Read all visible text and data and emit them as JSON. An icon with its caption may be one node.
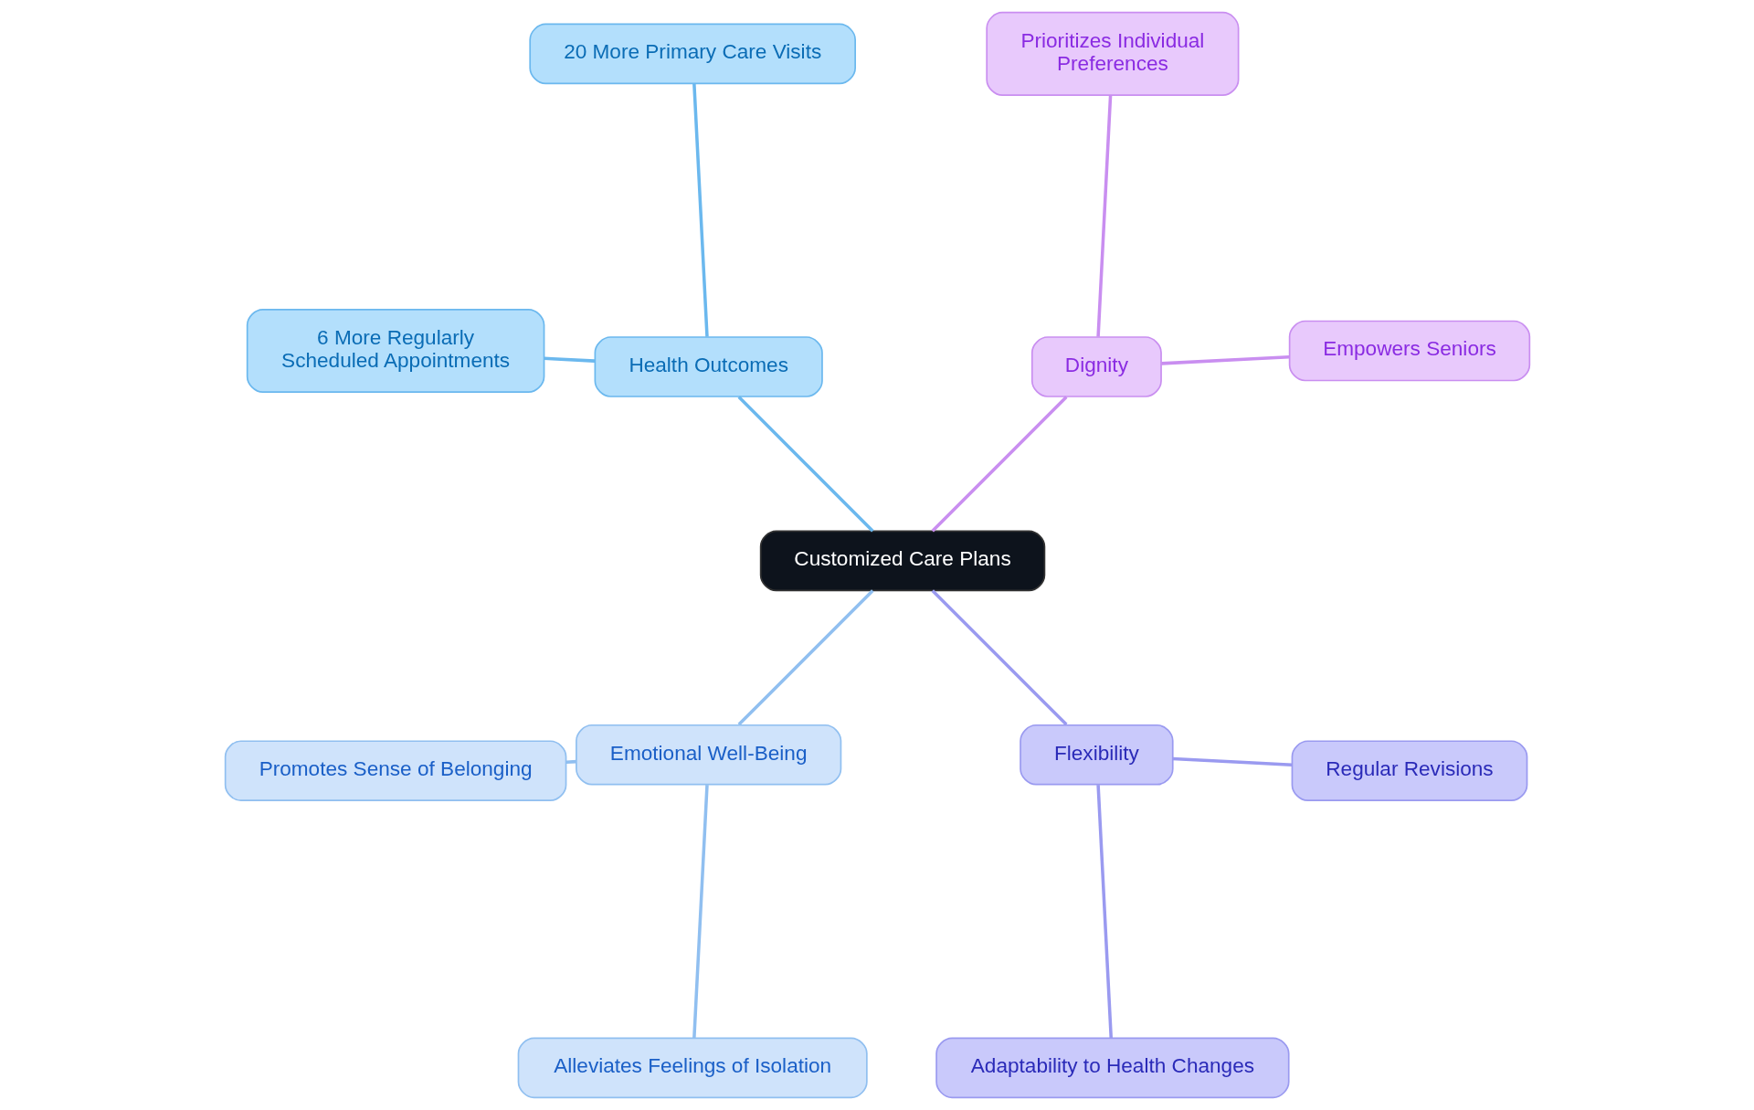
{
  "diagram": {
    "nodes": [
      {
        "text": [
          "Customized Care Plans"
        ]
      },
      {
        "text": [
          "Dignity"
        ]
      },
      {
        "text": [
          "Empowers Seniors"
        ]
      },
      {
        "text": [
          "Prioritizes Individual Preferences"
        ]
      },
      {
        "text": [
          "Health Outcomes"
        ]
      },
      {
        "text": [
          "20 More Primary Care Visits"
        ]
      },
      {
        "text": [
          "6 More Regularly Scheduled Appointments"
        ]
      },
      {
        "text": [
          "Emotional Well-Being"
        ]
      },
      {
        "text": [
          "Promotes Sense of Belonging"
        ]
      },
      {
        "text": [
          "Alleviates Feelings of Isolation"
        ]
      },
      {
        "text": [
          "Flexibility"
        ]
      },
      {
        "text": [
          "Adaptability to Health Changes"
        ]
      },
      {
        "text": [
          "Regular Revisions"
        ]
      }
    ],
    "edges": [
      {
        "from": 0,
        "to": 1,
        "arrow": "none",
        "color": "#c98ef0"
      },
      {
        "from": 1,
        "to": 2,
        "arrow": "none",
        "color": "#c98ef0"
      },
      {
        "from": 1,
        "to": 3,
        "arrow": "none",
        "color": "#c98ef0"
      },
      {
        "from": 0,
        "to": 4,
        "arrow": "none",
        "color": "#6bb8ee"
      },
      {
        "from": 4,
        "to": 5,
        "arrow": "none",
        "color": "#6bb8ee"
      },
      {
        "from": 4,
        "to": 6,
        "arrow": "none",
        "color": "#6bb8ee"
      },
      {
        "from": 0,
        "to": 7,
        "arrow": "none",
        "color": "#90bff0"
      },
      {
        "from": 7,
        "to": 8,
        "arrow": "none",
        "color": "#90bff0"
      },
      {
        "from": 7,
        "to": 9,
        "arrow": "none",
        "color": "#90bff0"
      },
      {
        "from": 0,
        "to": 10,
        "arrow": "none",
        "color": "#9a9af0"
      },
      {
        "from": 10,
        "to": 11,
        "arrow": "none",
        "color": "#9a9af0"
      },
      {
        "from": 10,
        "to": 12,
        "arrow": "none",
        "color": "#9a9af0"
      }
    ]
  }
}
